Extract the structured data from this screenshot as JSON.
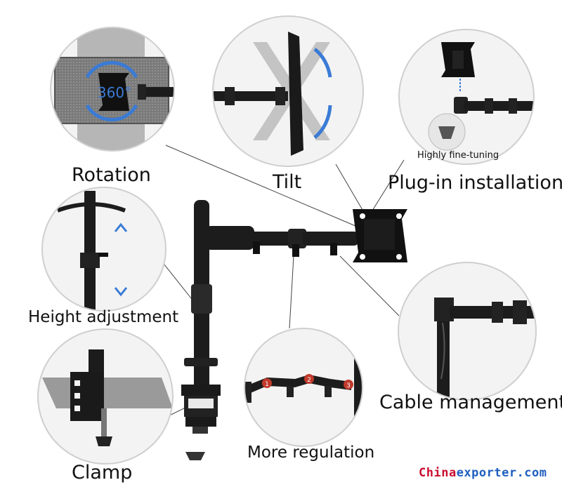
{
  "features": {
    "rotation": {
      "title": "Rotation",
      "badge": "360°"
    },
    "tilt": {
      "title": "Tilt"
    },
    "plugin": {
      "title": "Plug-in installation",
      "sub_label": "Highly fine-tuning"
    },
    "height": {
      "title": "Height adjustment"
    },
    "cable": {
      "title": "Cable management"
    },
    "clamp": {
      "title": "Clamp"
    },
    "regulation": {
      "title": "More regulation",
      "markers": [
        "1",
        "2",
        "3"
      ]
    }
  },
  "watermark": {
    "part1": "China",
    "part2": "exporter.com"
  },
  "colors": {
    "metal": "#1c1c1c",
    "accent_blue": "#3a7bd5",
    "marker_red": "#c0392b",
    "screen_gray": "#8a8a8a",
    "watermark_red": "#c8102e",
    "watermark_blue": "#1f5fbf"
  }
}
